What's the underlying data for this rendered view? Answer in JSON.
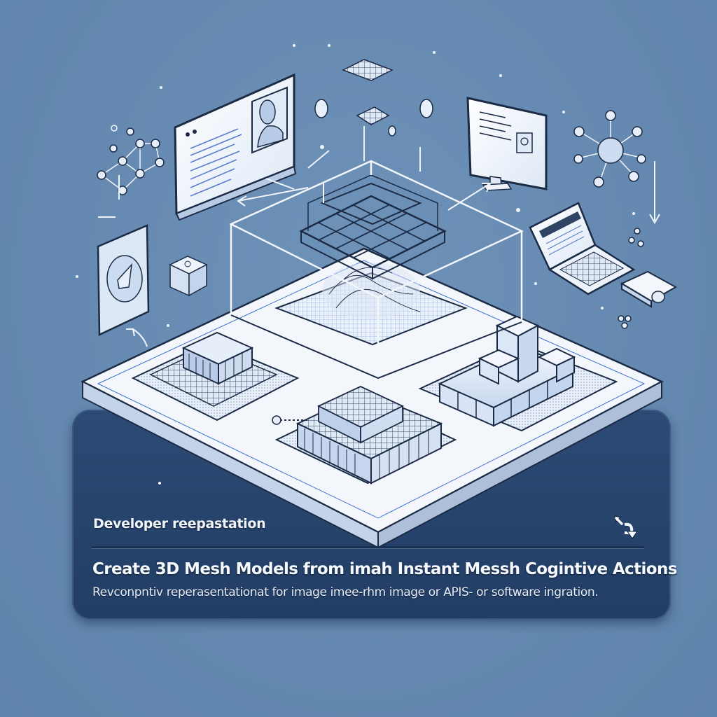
{
  "colors": {
    "background": "#6589b0",
    "banner": "#223e66",
    "platform": "#eef3fa",
    "line": "#1c2b45",
    "accent": "#3f6fd1"
  },
  "illustration": {
    "subject": "isometric 3D mesh workspace",
    "elements": [
      {
        "name": "browser-window-with-profile",
        "icon": "user-profile-icon"
      },
      {
        "name": "desktop-monitor",
        "icon": "monitor-icon"
      },
      {
        "name": "laptop",
        "icon": "laptop-icon"
      },
      {
        "name": "molecule-network-left",
        "icon": "network-graph-icon"
      },
      {
        "name": "molecule-network-right",
        "icon": "network-hub-icon"
      },
      {
        "name": "image-card",
        "icon": "image-leaf-icon"
      },
      {
        "name": "data-cube",
        "icon": "cube-icon"
      },
      {
        "name": "storage-drive",
        "icon": "drive-icon"
      },
      {
        "name": "lightbulb-left",
        "icon": "lightbulb-icon"
      },
      {
        "name": "lightbulb-right",
        "icon": "lightbulb-icon"
      },
      {
        "name": "wireframe-mesh-box",
        "icon": "wireframe-mesh-icon"
      },
      {
        "name": "voxel-block-left",
        "icon": "voxel-icon"
      },
      {
        "name": "voxel-cluster-center",
        "icon": "voxel-cluster-icon"
      },
      {
        "name": "stacked-cubes-right",
        "icon": "stacked-cubes-icon"
      }
    ]
  },
  "banner": {
    "label": "Developer reepastation",
    "title": "Create 3D Mesh Models from imah Instant Messh Cogintive Actions",
    "subtitle": "Revconpntiv reperasentationat for image imee-rhm image  or APIS- or software ingration.",
    "action_icon": "swap-arrows-icon"
  }
}
